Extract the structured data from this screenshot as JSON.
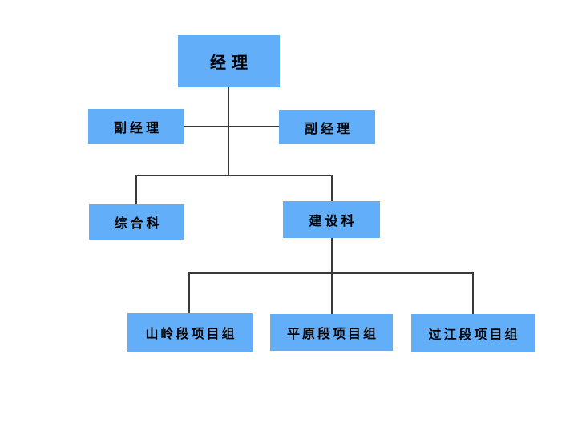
{
  "diagram": {
    "type": "org-chart",
    "colors": {
      "background": "#FFFFFF",
      "node_fill": "#63AEF8",
      "line": "#3A3A3A",
      "text": "#000000"
    },
    "nodes": [
      {
        "id": "manager",
        "label": "经理",
        "level": 1,
        "reports_to": null
      },
      {
        "id": "deputy-manager-left",
        "label": "副经理",
        "level": 2,
        "reports_to": "manager"
      },
      {
        "id": "deputy-manager-right",
        "label": "副经理",
        "level": 2,
        "reports_to": "manager"
      },
      {
        "id": "general-office",
        "label": "综合科",
        "level": 3,
        "reports_to": "manager"
      },
      {
        "id": "construction-dept",
        "label": "建设科",
        "level": 3,
        "reports_to": "manager"
      },
      {
        "id": "mountain-section-team",
        "label": "山岭段项目组",
        "level": 4,
        "reports_to": "construction-dept"
      },
      {
        "id": "plain-section-team",
        "label": "平原段项目组",
        "level": 4,
        "reports_to": "construction-dept"
      },
      {
        "id": "river-crossing-team",
        "label": "过江段项目组",
        "level": 4,
        "reports_to": "construction-dept"
      }
    ]
  }
}
